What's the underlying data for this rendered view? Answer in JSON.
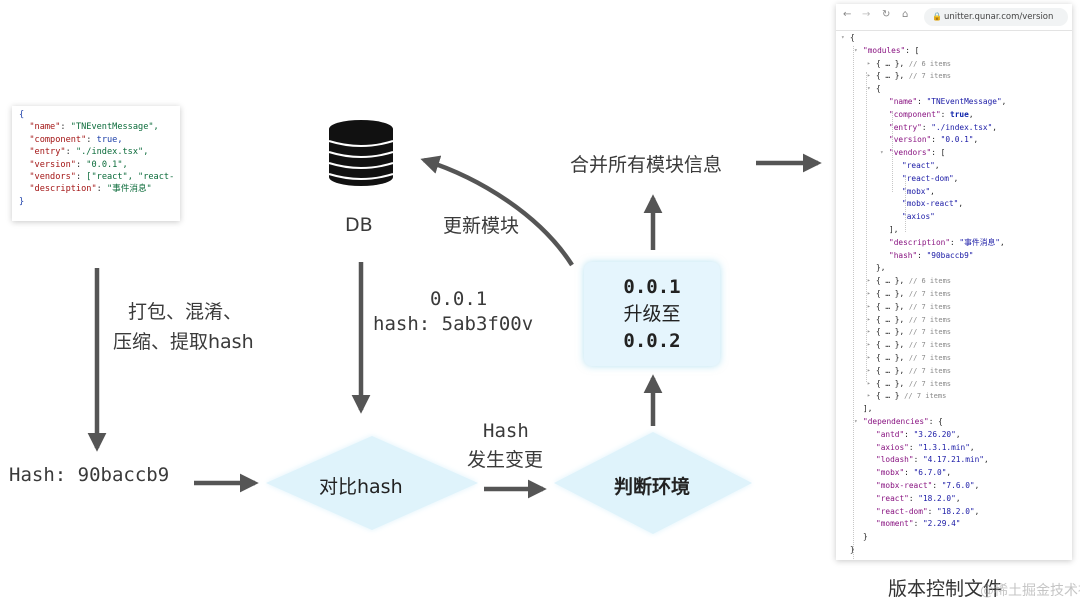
{
  "source_card": {
    "lines": [
      {
        "t": "{",
        "cls": "b"
      },
      {
        "k": "\"name\"",
        "v": "\"TNEventMessage\","
      },
      {
        "k": "\"component\"",
        "v": "true,",
        "bool": true
      },
      {
        "k": "\"entry\"",
        "v": "\"./index.tsx\","
      },
      {
        "k": "\"version\"",
        "v": "\"0.0.1\","
      },
      {
        "k": "\"vendors\"",
        "v": "[\"react\", \"react-"
      },
      {
        "k": "\"description\"",
        "v": "\"事件消息\""
      },
      {
        "t": "}",
        "cls": "b"
      }
    ]
  },
  "labels": {
    "db": "DB",
    "update_module": "更新模块",
    "merge_modules": "合并所有模块信息",
    "pack_line1": "打包、混淆、",
    "pack_line2": "压缩、提取hash",
    "old_version": "0.0.1",
    "old_hash": "hash: 5ab3f00v",
    "new_hash": "Hash: 90baccb9",
    "compare": "对比hash",
    "hash_changed_1": "Hash",
    "hash_changed_2": "发生变更",
    "judge_env": "判断环境",
    "upgrade_1": "0.0.1",
    "upgrade_2": "升级至",
    "upgrade_3": "0.0.2",
    "footer": "版本控制文件",
    "watermark": "@稀土掘金技术社区"
  },
  "browser": {
    "url": "unitter.qunar.com/version",
    "nav_icons": [
      "back-arrow-icon",
      "forward-arrow-icon",
      "reload-icon",
      "home-icon",
      "lock-icon"
    ],
    "json_lines": [
      {
        "i": 0,
        "a": "▾",
        "t": "{"
      },
      {
        "i": 1,
        "a": "▾",
        "k": "\"modules\"",
        "t": ": ["
      },
      {
        "i": 2,
        "a": "▸",
        "t": "{ … }, ",
        "c": "// 6 items"
      },
      {
        "i": 2,
        "a": "▸",
        "t": "{ … }, ",
        "c": "// 7 items"
      },
      {
        "i": 2,
        "a": "▾",
        "t": "{"
      },
      {
        "i": 3,
        "k": "\"name\"",
        "t": ": ",
        "s": "\"TNEventMessage\"",
        "e": ","
      },
      {
        "i": 3,
        "k": "\"component\"",
        "t": ": ",
        "b": "true",
        "e": ","
      },
      {
        "i": 3,
        "k": "\"entry\"",
        "t": ": ",
        "s": "\"./index.tsx\"",
        "e": ","
      },
      {
        "i": 3,
        "k": "\"version\"",
        "t": ": ",
        "s": "\"0.0.1\"",
        "e": ","
      },
      {
        "i": 3,
        "a": "▾",
        "k": "\"vendors\"",
        "t": ": ["
      },
      {
        "i": 4,
        "s": "\"react\"",
        "e": ","
      },
      {
        "i": 4,
        "s": "\"react-dom\"",
        "e": ","
      },
      {
        "i": 4,
        "s": "\"mobx\"",
        "e": ","
      },
      {
        "i": 4,
        "s": "\"mobx-react\"",
        "e": ","
      },
      {
        "i": 4,
        "s": "\"axios\""
      },
      {
        "i": 3,
        "t": "],"
      },
      {
        "i": 3,
        "k": "\"description\"",
        "t": ": ",
        "s": "\"事件消息\"",
        "e": ","
      },
      {
        "i": 3,
        "k": "\"hash\"",
        "t": ": ",
        "s": "\"90baccb9\""
      },
      {
        "i": 2,
        "t": "},"
      },
      {
        "i": 2,
        "a": "▸",
        "t": "{ … }, ",
        "c": "// 6 items"
      },
      {
        "i": 2,
        "a": "▸",
        "t": "{ … }, ",
        "c": "// 7 items"
      },
      {
        "i": 2,
        "a": "▸",
        "t": "{ … }, ",
        "c": "// 7 items"
      },
      {
        "i": 2,
        "a": "▸",
        "t": "{ … }, ",
        "c": "// 7 items"
      },
      {
        "i": 2,
        "a": "▸",
        "t": "{ … }, ",
        "c": "// 7 items"
      },
      {
        "i": 2,
        "a": "▸",
        "t": "{ … }, ",
        "c": "// 7 items"
      },
      {
        "i": 2,
        "a": "▸",
        "t": "{ … }, ",
        "c": "// 7 items"
      },
      {
        "i": 2,
        "a": "▸",
        "t": "{ … }, ",
        "c": "// 7 items"
      },
      {
        "i": 2,
        "a": "▸",
        "t": "{ … }, ",
        "c": "// 7 items"
      },
      {
        "i": 2,
        "a": "▸",
        "t": "{ … } ",
        "c": "// 7 items"
      },
      {
        "i": 1,
        "t": "],"
      },
      {
        "i": 1,
        "a": "▾",
        "k": "\"dependencies\"",
        "t": ": {"
      },
      {
        "i": 2,
        "k": "\"antd\"",
        "t": ": ",
        "s": "\"3.26.20\"",
        "e": ","
      },
      {
        "i": 2,
        "k": "\"axios\"",
        "t": ": ",
        "s": "\"1.3.1.min\"",
        "e": ","
      },
      {
        "i": 2,
        "k": "\"lodash\"",
        "t": ": ",
        "s": "\"4.17.21.min\"",
        "e": ","
      },
      {
        "i": 2,
        "k": "\"mobx\"",
        "t": ": ",
        "s": "\"6.7.0\"",
        "e": ","
      },
      {
        "i": 2,
        "k": "\"mobx-react\"",
        "t": ": ",
        "s": "\"7.6.0\"",
        "e": ","
      },
      {
        "i": 2,
        "k": "\"react\"",
        "t": ": ",
        "s": "\"18.2.0\"",
        "e": ","
      },
      {
        "i": 2,
        "k": "\"react-dom\"",
        "t": ": ",
        "s": "\"18.2.0\"",
        "e": ","
      },
      {
        "i": 2,
        "k": "\"moment\"",
        "t": ": ",
        "s": "\"2.29.4\""
      },
      {
        "i": 1,
        "t": "}"
      },
      {
        "i": 0,
        "t": "}"
      }
    ]
  },
  "colors": {
    "arrow": "#555555",
    "diamond_fill": "#dff3fb",
    "box_fill": "#e5f5fd"
  }
}
